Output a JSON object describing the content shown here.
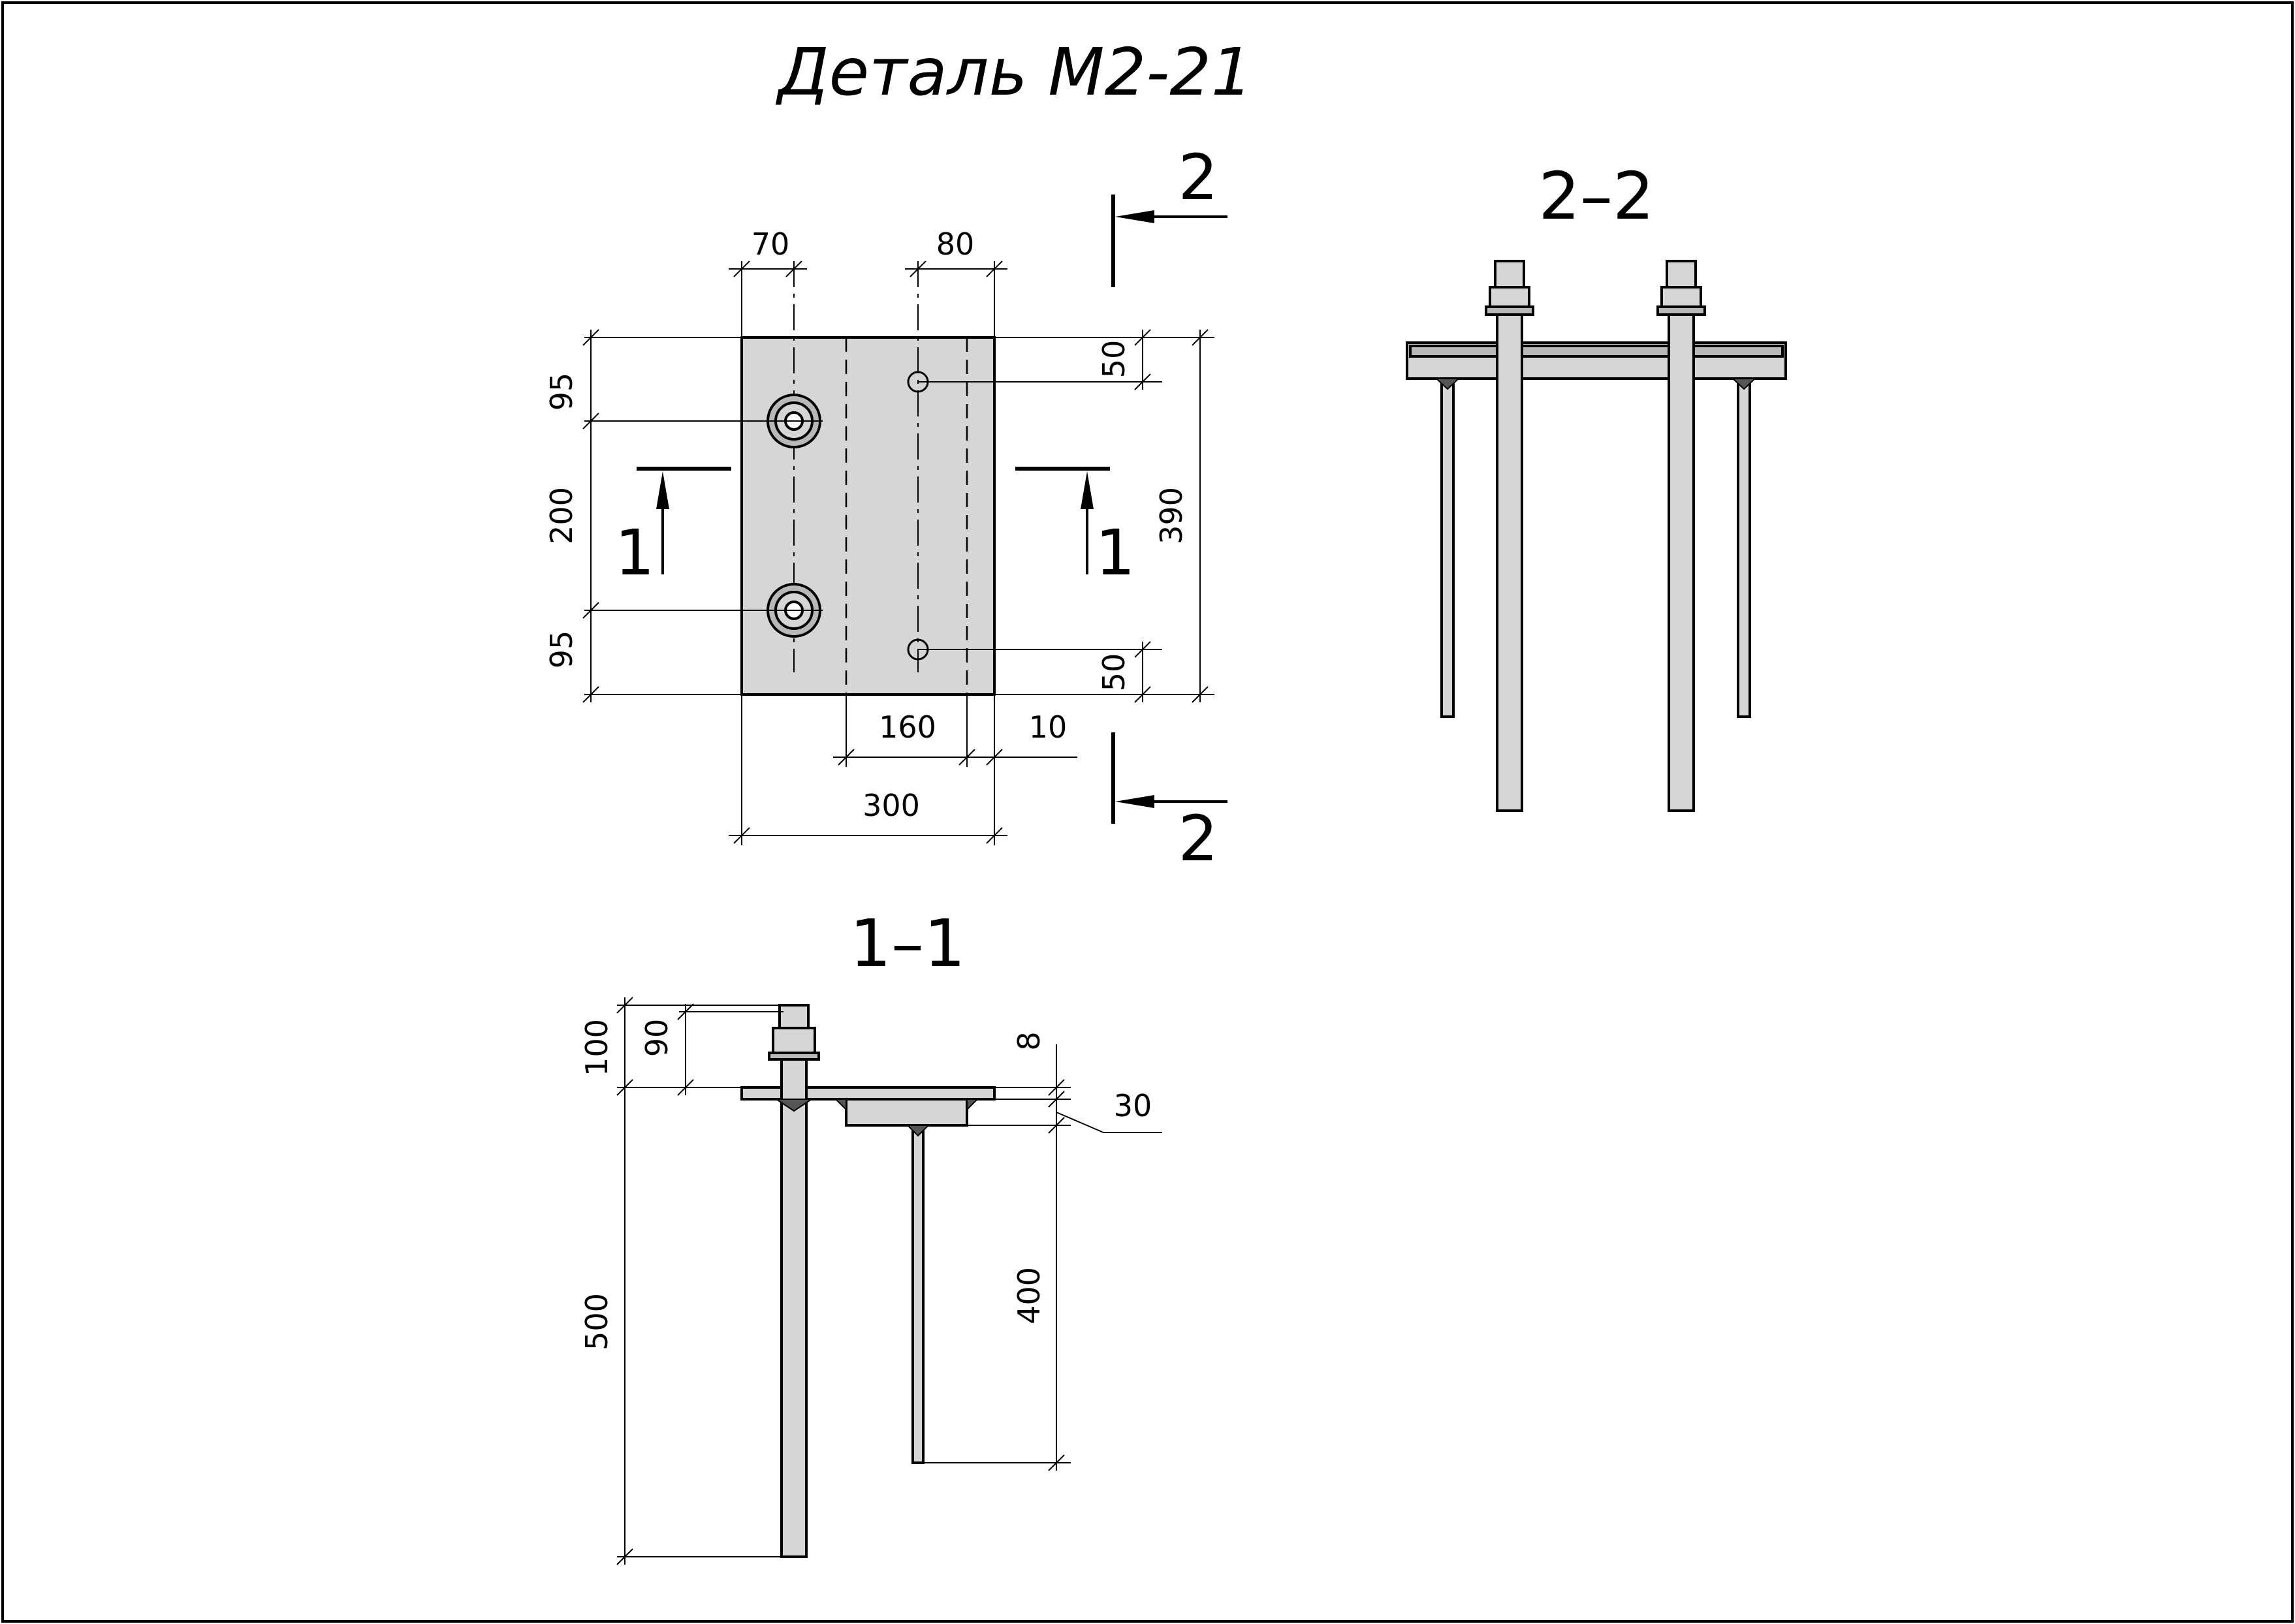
{
  "title": "Деталь М2-21",
  "sections": {
    "plan_cut_marks": {
      "section_1_left": "1",
      "section_1_right": "1",
      "section_2_top": "2",
      "section_2_bottom": "2"
    },
    "section_2_2_title": "2–2",
    "section_1_1_title": "1–1"
  },
  "plan_dimensions": {
    "top_left": "70",
    "top_right": "80",
    "left_top": "95",
    "left_mid": "200",
    "left_bottom": "95",
    "right_top": "50",
    "right_bottom": "50",
    "right_total": "390",
    "bottom_mid": "160",
    "bottom_right": "10",
    "bottom_total": "300"
  },
  "section_1_1_dimensions": {
    "bolt_total": "100",
    "bolt_thread": "90",
    "plate_thickness": "8",
    "rib_height": "30",
    "long_anchor": "500",
    "short_anchor": "400"
  }
}
